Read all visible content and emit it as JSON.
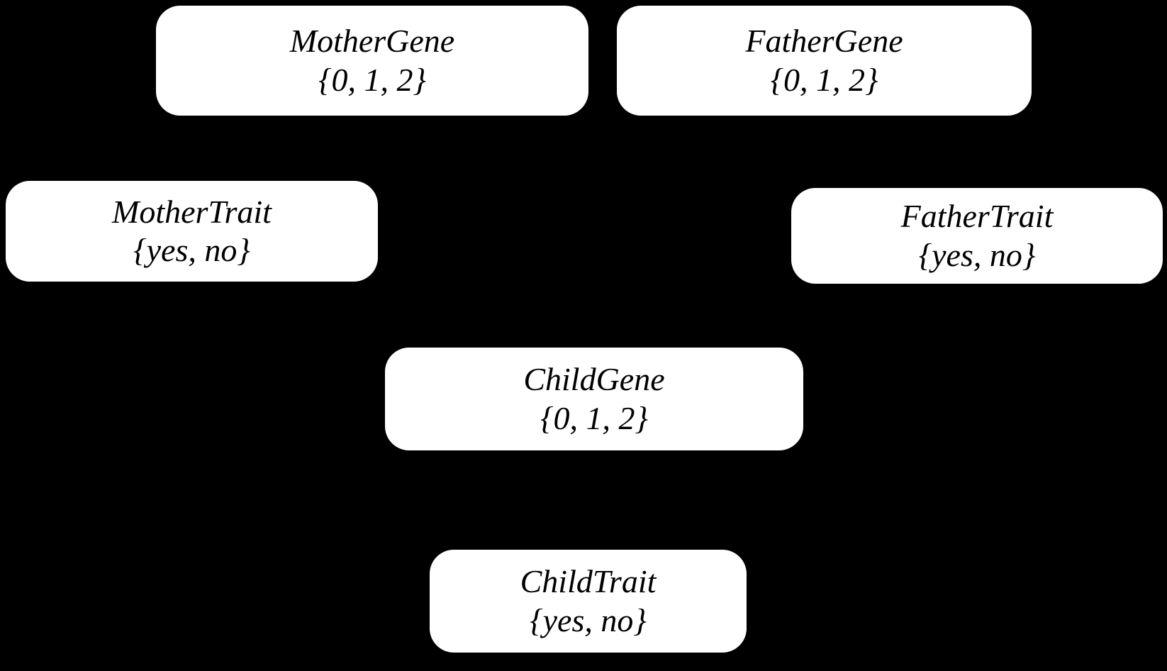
{
  "diagram": {
    "type": "bayesian-network",
    "background_color": "#000000",
    "node_fill_color": "#ffffff",
    "node_text_color": "#000000",
    "nodes": [
      {
        "id": "mother-gene",
        "name": "MotherGene",
        "domain": "{0, 1, 2}"
      },
      {
        "id": "father-gene",
        "name": "FatherGene",
        "domain": "{0, 1, 2}"
      },
      {
        "id": "mother-trait",
        "name": "MotherTrait",
        "domain": "{yes, no}"
      },
      {
        "id": "father-trait",
        "name": "FatherTrait",
        "domain": "{yes, no}"
      },
      {
        "id": "child-gene",
        "name": "ChildGene",
        "domain": "{0, 1, 2}"
      },
      {
        "id": "child-trait",
        "name": "ChildTrait",
        "domain": "{yes, no}"
      }
    ]
  }
}
